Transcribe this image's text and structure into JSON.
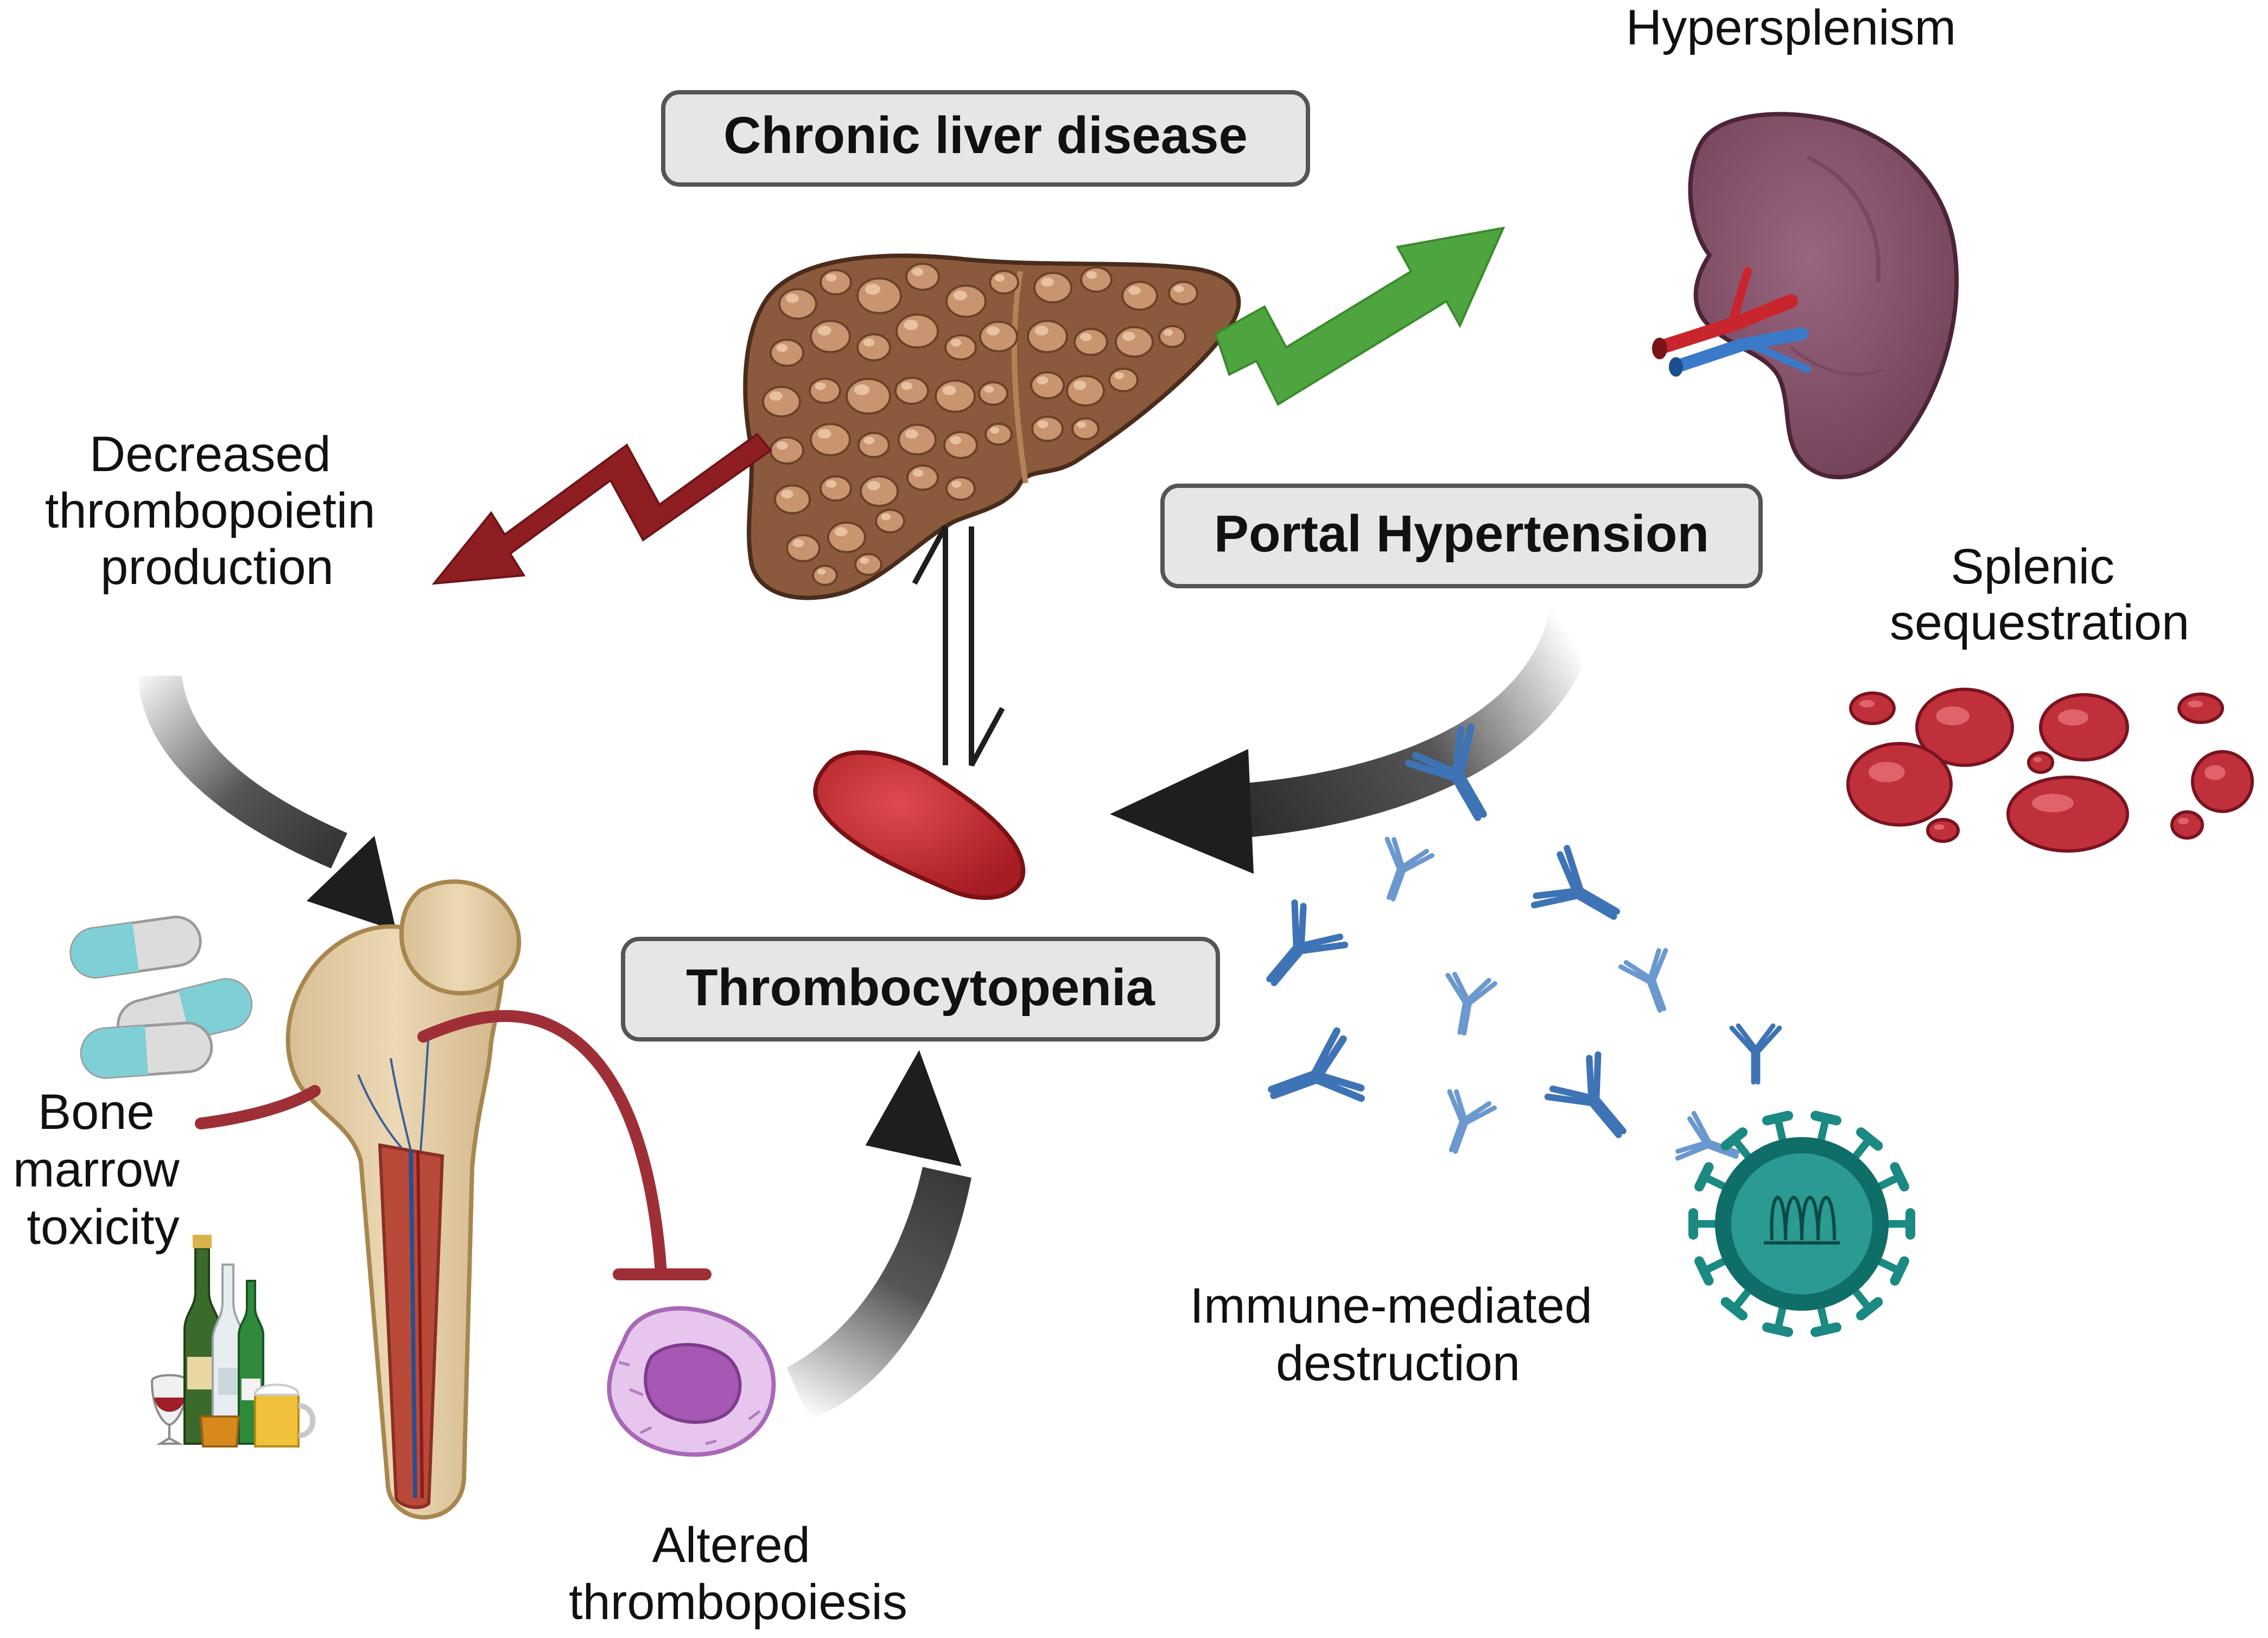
{
  "boxes": {
    "chronic_liver_disease": "Chronic liver disease",
    "portal_hypertension": "Portal Hypertension",
    "thrombocytopenia": "Thrombocytopenia"
  },
  "labels": {
    "hypersplenism": "Hypersplenism",
    "decreased_tpo": [
      "Decreased",
      "thrombopoietin",
      "production"
    ],
    "splenic_sequestration": [
      "Splenic",
      "sequestration"
    ],
    "bone_marrow_toxicity": [
      "Bone",
      "marrow",
      "toxicity"
    ],
    "immune_mediated": [
      "Immune-mediated",
      "destruction"
    ],
    "altered_thrombopoiesis": [
      "Altered",
      "thrombopoiesis"
    ]
  },
  "colors": {
    "box_fill": "#e6e6e6",
    "box_stroke": "#555555",
    "liver": "#8b5a3c",
    "liver_nodule": "#c89570",
    "red_arrow": "#8e1e22",
    "green_arrow": "#4ea43e",
    "black_arrow": "#1e1e1e",
    "inhibitor_line": "#9e2f36",
    "spleen": "#8a5670",
    "platelet": "#c8262c",
    "antibody": "#3e73b5",
    "virus": "#1a8a82",
    "megakaryocyte": "#c58fcf",
    "bone": "#e6cfa9",
    "pill_teal": "#7ecfd6"
  }
}
